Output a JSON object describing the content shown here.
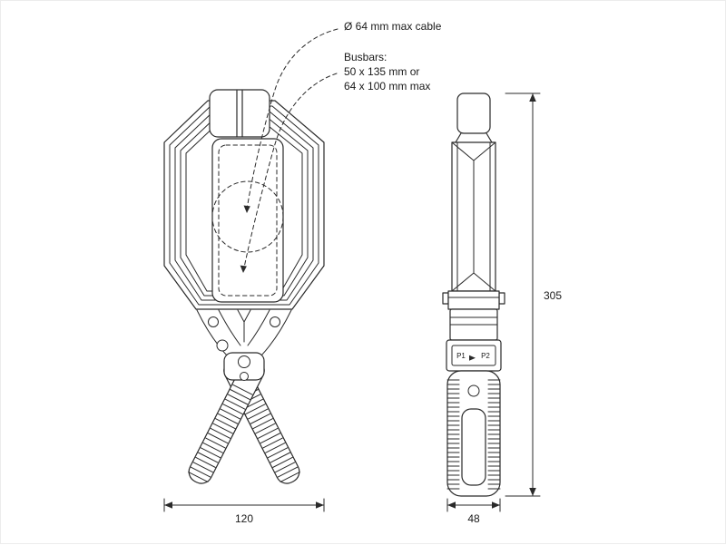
{
  "style": {
    "line_color": "#2a2a2a",
    "text_color": "#1a1a1a",
    "background": "#ffffff"
  },
  "callouts": {
    "cable": "Ø 64 mm max cable",
    "busbars_title": "Busbars:",
    "busbars_line2": "50 x 135 mm or",
    "busbars_line3": "64 x 100 mm max"
  },
  "dimensions": {
    "front_width_mm": "120",
    "side_width_mm": "48",
    "height_mm": "305"
  },
  "side_view": {
    "terminal_left": "P1",
    "terminal_right": "P2"
  }
}
